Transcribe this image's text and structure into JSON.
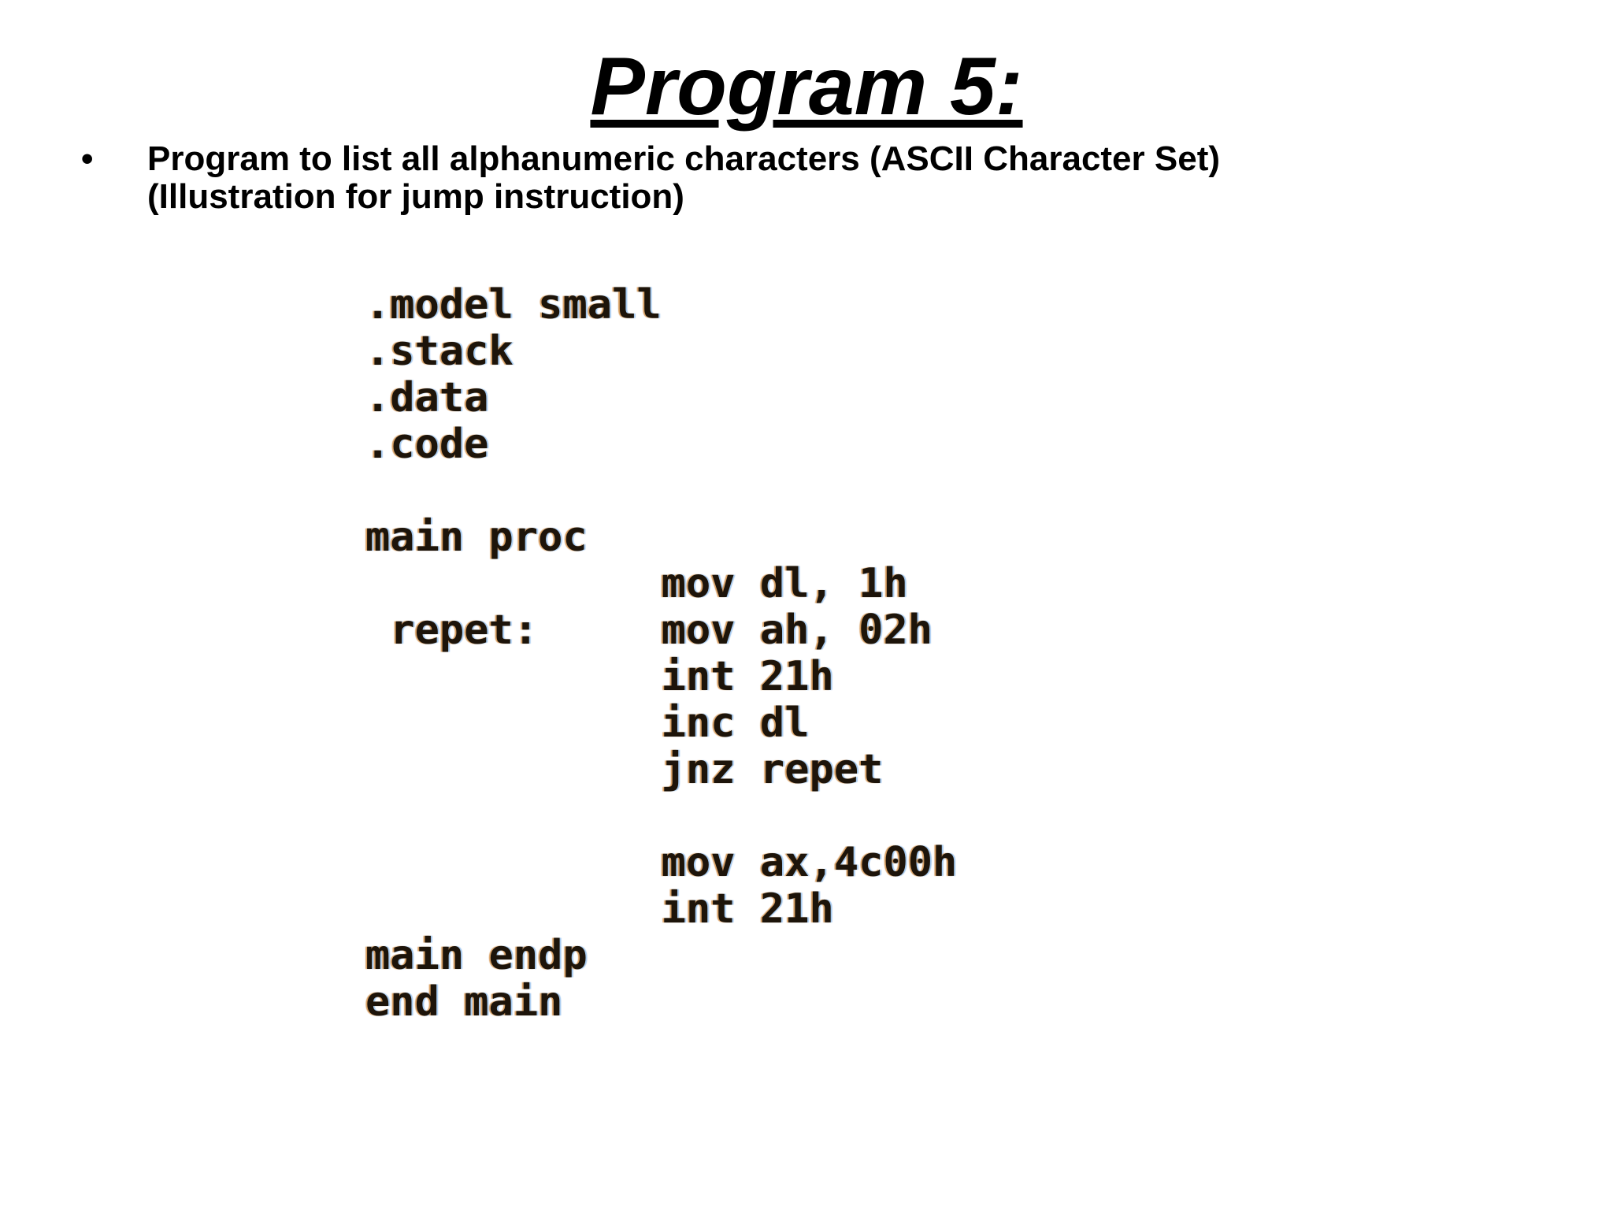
{
  "slide": {
    "title": "Program 5:",
    "bullet": {
      "marker": "•",
      "line1": "Program to list all alphanumeric characters (ASCII Character Set)",
      "line2": "(Illustration for jump instruction)"
    },
    "code": {
      "language": "x86-assembly",
      "lines": [
        ".model small",
        ".stack",
        ".data",
        ".code",
        "",
        "main proc",
        "            mov dl, 1h",
        " repet:     mov ah, 02h",
        "            int 21h",
        "            inc dl",
        "            jnz repet",
        "",
        "            mov ax,4c00h",
        "            int 21h",
        "main endp",
        "end main"
      ]
    }
  },
  "colors": {
    "background": "#ffffff",
    "text": "#000000",
    "code_ink": "#1d140a",
    "code_fringe_warm": "#c8761f",
    "code_fringe_cool": "#7fb2e8"
  }
}
